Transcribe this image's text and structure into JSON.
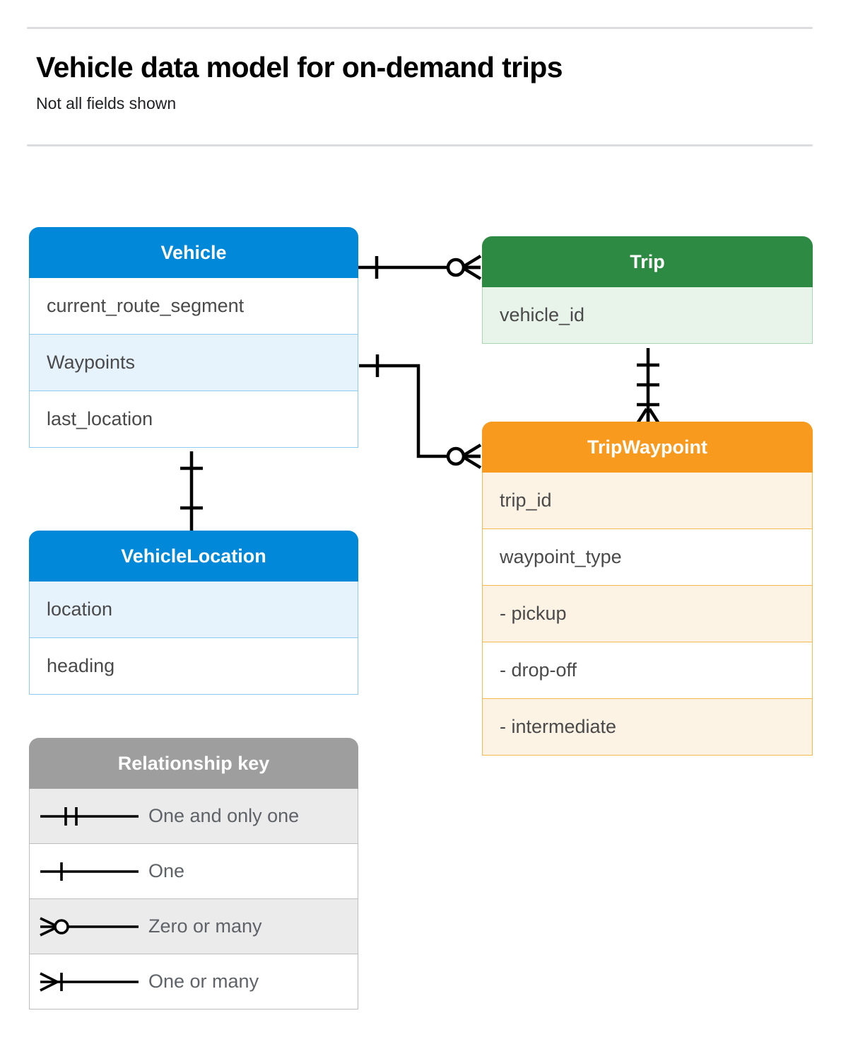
{
  "header": {
    "title": "Vehicle data model for on-demand trips",
    "subtitle": "Not all fields shown"
  },
  "entities": [
    {
      "id": "vehicle",
      "name": "Vehicle",
      "color": "#0288d8",
      "fields": [
        {
          "label": "current_route_segment",
          "tinted": false
        },
        {
          "label": "Waypoints",
          "tinted": true
        },
        {
          "label": "last_location",
          "tinted": false
        }
      ]
    },
    {
      "id": "trip",
      "name": "Trip",
      "color": "#2d8a43",
      "fields": [
        {
          "label": "vehicle_id",
          "tinted": true
        }
      ]
    },
    {
      "id": "tripwaypoint",
      "name": "TripWaypoint",
      "color": "#f79a1e",
      "fields": [
        {
          "label": "trip_id",
          "tinted": true
        },
        {
          "label": "waypoint_type",
          "tinted": false
        },
        {
          "label": "-  pickup",
          "tinted": true
        },
        {
          "label": "-  drop-off",
          "tinted": false
        },
        {
          "label": "-  intermediate",
          "tinted": true
        }
      ]
    },
    {
      "id": "vehiclelocation",
      "name": "VehicleLocation",
      "color": "#0288d8",
      "fields": [
        {
          "label": "location",
          "tinted": true
        },
        {
          "label": "heading",
          "tinted": false
        }
      ]
    }
  ],
  "legend": {
    "title": "Relationship key",
    "color": "#9e9e9e",
    "items": [
      {
        "glyph": "one-and-only-one-icon",
        "label": "One and only one",
        "tinted": true
      },
      {
        "glyph": "one-icon",
        "label": "One",
        "tinted": false
      },
      {
        "glyph": "zero-or-many-icon",
        "label": "Zero or many",
        "tinted": true
      },
      {
        "glyph": "one-or-many-icon",
        "label": "One or many",
        "tinted": false
      }
    ]
  },
  "relationships": [
    {
      "id": "vehicle-trip",
      "from": "Vehicle",
      "to": "Trip",
      "from_cardinality": "One",
      "to_cardinality": "Zero or many"
    },
    {
      "id": "vehicle-waypoints-tripwaypoint",
      "from": "Vehicle.Waypoints",
      "to": "TripWaypoint",
      "from_cardinality": "One",
      "to_cardinality": "Zero or many"
    },
    {
      "id": "trip-tripwaypoint",
      "from": "Trip",
      "to": "TripWaypoint",
      "from_cardinality": "One and only one",
      "to_cardinality": "One or many"
    },
    {
      "id": "vehicle-vehiclelocation",
      "from": "Vehicle",
      "to": "VehicleLocation",
      "from_cardinality": "One",
      "to_cardinality": "One"
    }
  ]
}
